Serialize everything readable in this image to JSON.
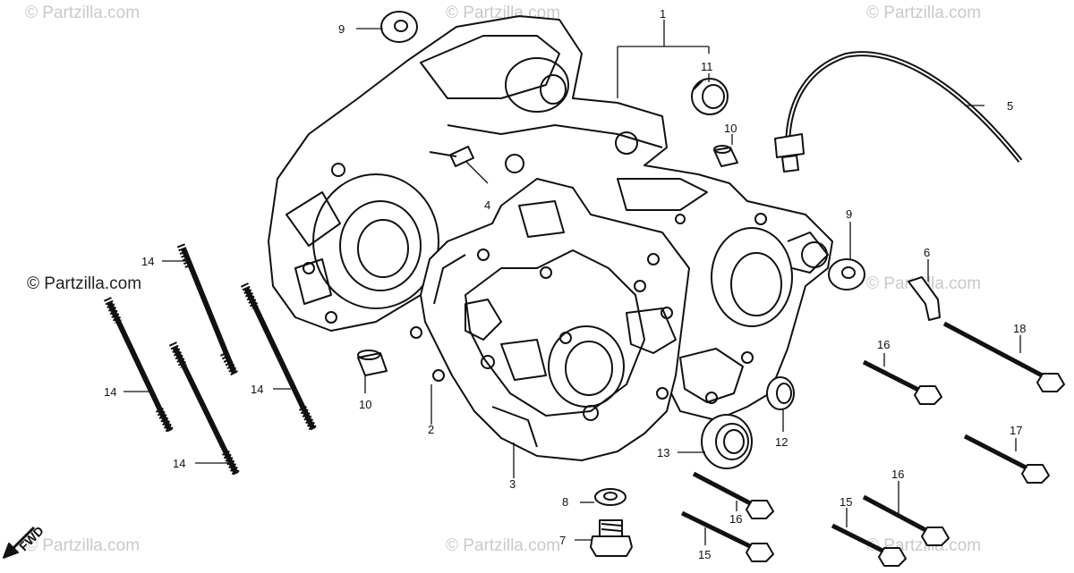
{
  "watermark": "© Partzilla.com",
  "fwd_label": "FWD",
  "callouts": {
    "p1": "1",
    "p2": "2",
    "p3": "3",
    "p4": "4",
    "p5": "5",
    "p6": "6",
    "p7": "7",
    "p8": "8",
    "p9a": "9",
    "p9b": "9",
    "p10a": "10",
    "p10b": "10",
    "p11": "11",
    "p12": "12",
    "p13": "13",
    "p14a": "14",
    "p14b": "14",
    "p14c": "14",
    "p14d": "14",
    "p15a": "15",
    "p15b": "15",
    "p16a": "16",
    "p16b": "16",
    "p16c": "16",
    "p17": "17",
    "p18": "18"
  }
}
